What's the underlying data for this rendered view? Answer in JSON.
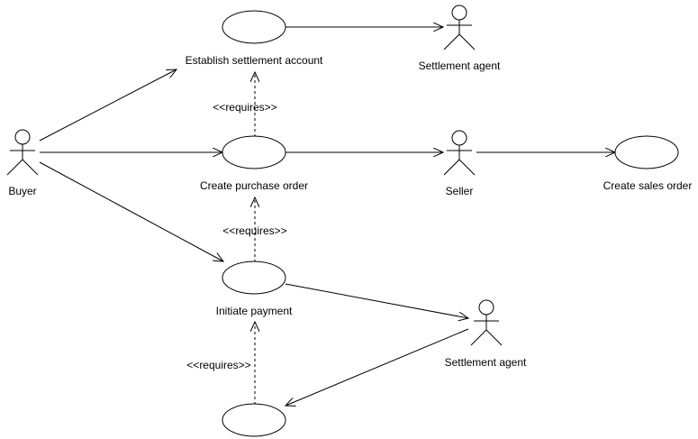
{
  "diagram": {
    "actors": {
      "buyer": "Buyer",
      "settlement_agent_top": "Settlement agent",
      "seller": "Seller",
      "settlement_agent_bottom": "Settlement agent"
    },
    "use_cases": {
      "establish_settlement_account": "Establish settlement account",
      "create_purchase_order": "Create purchase order",
      "initiate_payment": "Initiate payment",
      "create_sales_order": "Create sales order",
      "unlabeled_bottom": ""
    },
    "stereotypes": {
      "requires_1": "<<requires>>",
      "requires_2": "<<requires>>",
      "requires_3": "<<requires>>"
    },
    "colors": {
      "stroke": "#000000",
      "fill": "#ffffff",
      "background": "#ffffff"
    }
  }
}
